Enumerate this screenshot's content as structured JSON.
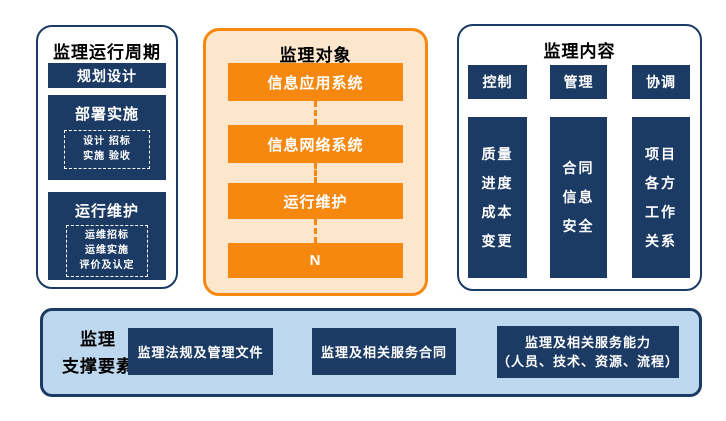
{
  "colors": {
    "navy": "#1B3A64",
    "orange": "#F6870F",
    "peach": "#FCE7CC",
    "light_blue": "#BDD7EE"
  },
  "cycle_panel": {
    "title": "监理运行周期",
    "stage1_label": "规划设计",
    "stage2": {
      "title": "部署实施",
      "lines": [
        "设计 招标",
        "实施 验收"
      ]
    },
    "stage3": {
      "title": "运行维护",
      "lines": [
        "运维招标",
        "运维实施",
        "评价及认定"
      ]
    }
  },
  "objects_panel": {
    "title": "监理对象",
    "items": [
      "信息应用系统",
      "信息网络系统",
      "运行维护",
      "N"
    ]
  },
  "content_panel": {
    "title": "监理内容",
    "columns": [
      {
        "header": "控制",
        "items": [
          "质量",
          "进度",
          "成本",
          "变更"
        ]
      },
      {
        "header": "管理",
        "items": [
          "合同",
          "信息",
          "安全"
        ]
      },
      {
        "header": "协调",
        "items": [
          "项目",
          "各方",
          "工作",
          "关系"
        ]
      }
    ]
  },
  "support_panel": {
    "title_lines": [
      "监理",
      "支撑要素"
    ],
    "item1": "监理法规及管理文件",
    "item2": "监理及相关服务合同",
    "item3_lines": [
      "监理及相关服务能力",
      "（人员、技术、资源、流程）"
    ]
  }
}
